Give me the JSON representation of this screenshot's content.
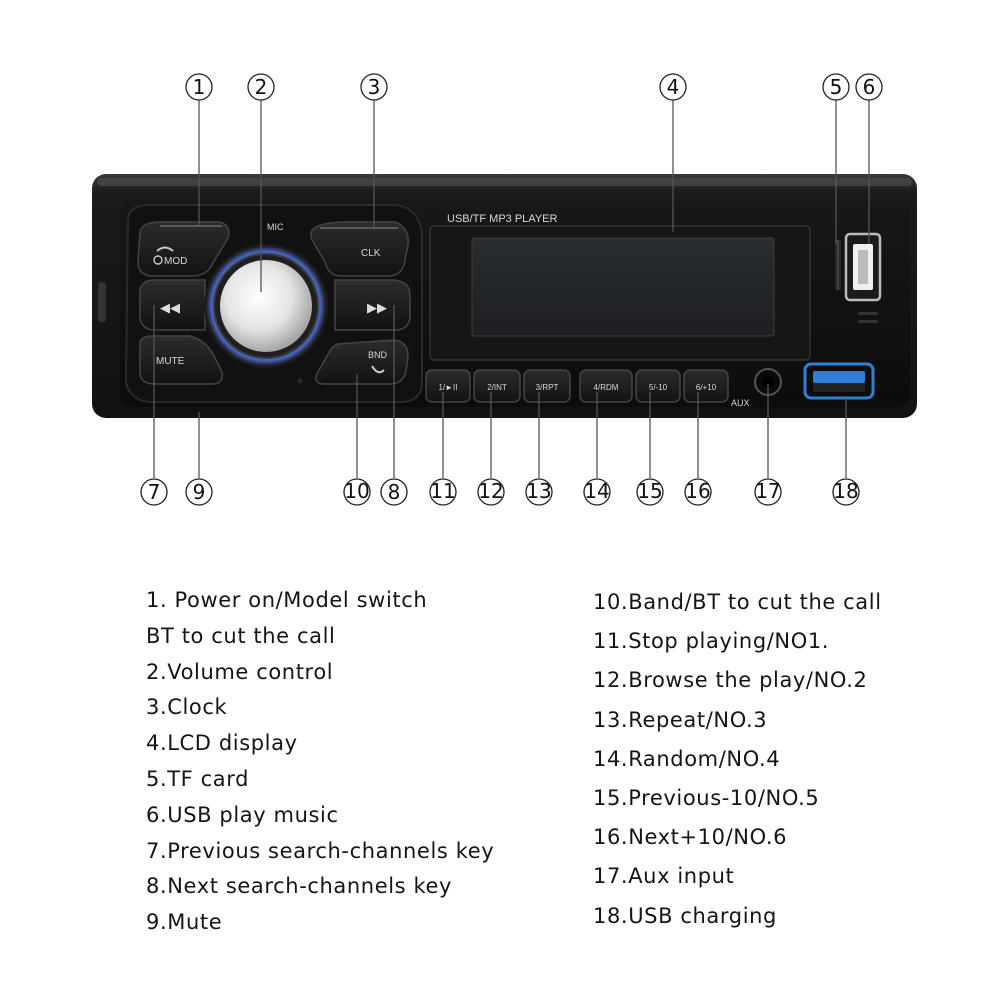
{
  "device": {
    "header_text": "USB/TF MP3 PLAYER",
    "buttons": {
      "mic": "MIC",
      "mod": "MOD",
      "clk": "CLK",
      "mute": "MUTE",
      "bnd": "BND",
      "aux": "AUX",
      "presets": [
        "1/►II",
        "2/INT",
        "3/RPT",
        "4/RDM",
        "5/-10",
        "6/+10"
      ]
    }
  },
  "callouts": [
    "1",
    "2",
    "3",
    "4",
    "5",
    "6",
    "7",
    "8",
    "9",
    "10",
    "11",
    "12",
    "13",
    "14",
    "15",
    "16",
    "17",
    "18"
  ],
  "legend": {
    "left": [
      "1. Power on/Model switch",
      "BT to cut the call",
      "2.Volume control",
      "3.Clock",
      "4.LCD display",
      "5.TF card",
      "6.USB play music",
      "7.Previous search-channels key",
      "8.Next search-channels key",
      "9.Mute"
    ],
    "right": [
      "10.Band/BT to cut the call",
      "11.Stop playing/NO1.",
      "12.Browse the play/NO.2",
      "13.Repeat/NO.3",
      "14.Random/NO.4",
      "15.Previous-10/NO.5",
      "16.Next+10/NO.6",
      "17.Aux input",
      "18.USB charging"
    ]
  },
  "colors": {
    "background": "#ffffff",
    "chassis": "#1c1c1c",
    "usb_charging_port": "#2f7fd8",
    "knob_ring_glow": "#4f6fe0"
  }
}
